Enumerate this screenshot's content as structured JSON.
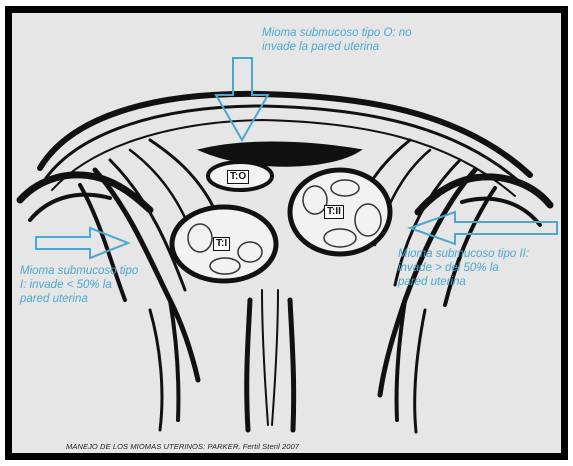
{
  "labels": {
    "t0_tag": "T:O",
    "t1_tag": "T:I",
    "t2_tag": "T:II"
  },
  "annotations": {
    "type0": "Mioma submucoso tipo O: no\ninvade la pared uterina",
    "type1": "Mioma submucoso tipo\nI: invade < 50% la\npared uterina",
    "type2": "Mioma submucoso tipo II:\ninvade > del 50% la\npared uterina"
  },
  "credit": "MANEJO DE LOS MIOMAS UTERINOS: PARKER. Fertil Steril 2007",
  "colors": {
    "annotation": "#4aa8cf",
    "background": "#e6e6e6",
    "frame": "#000000",
    "ink": "#111111"
  },
  "icons": [
    "arrow-down-icon",
    "arrow-right-icon",
    "arrow-left-icon"
  ]
}
